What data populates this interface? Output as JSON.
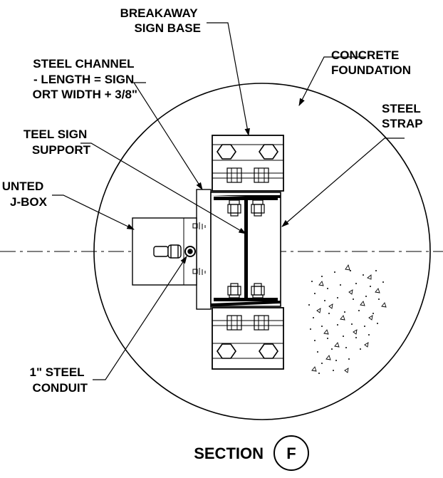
{
  "labels": {
    "breakaway_sign_base": [
      "BREAKAWAY",
      "SIGN BASE"
    ],
    "concrete_foundation": [
      "CONCRETE",
      "FOUNDATION"
    ],
    "steel_channel": [
      "STEEL CHANNEL",
      "- LENGTH = SIGN",
      "ORT WIDTH + 3/8\""
    ],
    "steel_strap": [
      "STEEL",
      "STRAP"
    ],
    "steel_sign_support": [
      "TEEL SIGN",
      "SUPPORT"
    ],
    "mounted_jbox": [
      "UNTED",
      "J-BOX"
    ],
    "steel_conduit": [
      "1\" STEEL",
      "CONDUIT"
    ]
  },
  "section": {
    "title": "SECTION",
    "letter": "F"
  }
}
